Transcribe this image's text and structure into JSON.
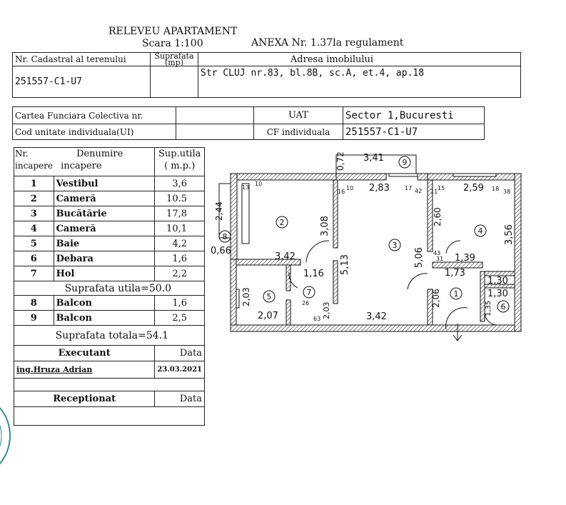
{
  "header": {
    "title": "RELEVEU APARTAMENT",
    "scale": "Scara 1:100",
    "annex": "ANEXA Nr. 1.37la regulament"
  },
  "cadastral": {
    "col1_header": "Nr. Cadastral al terenului",
    "col2_header_top": "Suprafata",
    "col2_header_bottom": "(mp)",
    "col3_header": "Adresa imobilului",
    "cadastral_number": "251557-C1-U7",
    "area_value": "",
    "address": "Str CLUJ nr.83, bl.8B, sc.A, et.4, ap.18"
  },
  "land_book": {
    "r1_label": "Cartea Funciara Colectiva nr.",
    "r1_value": "",
    "r1_uat_label": "UAT",
    "r1_uat_value": "Sector 1,Bucuresti",
    "r2_label": "Cod unitate individuala(UI)",
    "r2_value": "",
    "r2_cf_label": "CF individuala",
    "r2_cf_value": "251557-C1-U7"
  },
  "rooms_table": {
    "header_nr_line1": "Nr.",
    "header_nr_line2": "incapere",
    "header_name_line1": "Denumire",
    "header_name_line2": "incapere",
    "header_area_line1": "Sup.utila",
    "header_area_line2": "( m.p.)",
    "rooms": [
      {
        "nr": "1",
        "name": "Vestibul",
        "area": "3,6"
      },
      {
        "nr": "2",
        "name": "Cameră",
        "area": "10.5"
      },
      {
        "nr": "3",
        "name": "Bucătărie",
        "area": "17,8"
      },
      {
        "nr": "4",
        "name": "Cameră",
        "area": "10,1"
      },
      {
        "nr": "5",
        "name": "Baie",
        "area": "4,2"
      },
      {
        "nr": "6",
        "name": "Debara",
        "area": "1,6"
      },
      {
        "nr": "7",
        "name": "Hol",
        "area": "2,2"
      }
    ],
    "useful_total": "Suprafata utila=50.0",
    "balconies": [
      {
        "nr": "8",
        "name": "Balcon",
        "area": "1,6"
      },
      {
        "nr": "9",
        "name": "Balcon",
        "area": "2,5"
      }
    ],
    "grand_total": "Suprafata totala=54.1",
    "executant_label": "Executant",
    "executant_date_label": "Data",
    "executant_name": "ing.Hruza Adrian",
    "executant_date": "23.03.2021",
    "receptionat_label": "Receptionat",
    "receptionat_date_label": "Data"
  },
  "plan": {
    "dimensions": {
      "balcony9_width": "3,41",
      "balcony9_depth": "0,72",
      "kitchen_top": "2,83",
      "room4_top": "2,59",
      "room2_height": "3,08",
      "room4_left_height": "2,60",
      "room4_right_height": "3,56",
      "balcony8_height": "2,44",
      "balcony8_width": "0,66",
      "room2_bottom": "3,42",
      "kitchen_left": "5,13",
      "kitchen_right": "5,06",
      "room4_bottom": "1,39",
      "hall_width": "1,16",
      "bath_height": "2,03",
      "hol_height": "2,03",
      "bath_width": "2,07",
      "kitchen_bottom": "3,42",
      "vestibul_height": "2,06",
      "vestibul_width": "1,73",
      "debara_w1": "1,30",
      "debara_w2": "1,30",
      "debara_h": "1,35"
    },
    "small_marks": [
      "13",
      "10",
      "16",
      "10",
      "17",
      "42",
      "11",
      "15",
      "18",
      "38",
      "43",
      "31",
      "26",
      "63"
    ],
    "room_numbers": [
      "1",
      "2",
      "3",
      "4",
      "5",
      "6",
      "7",
      "8",
      "9"
    ]
  }
}
